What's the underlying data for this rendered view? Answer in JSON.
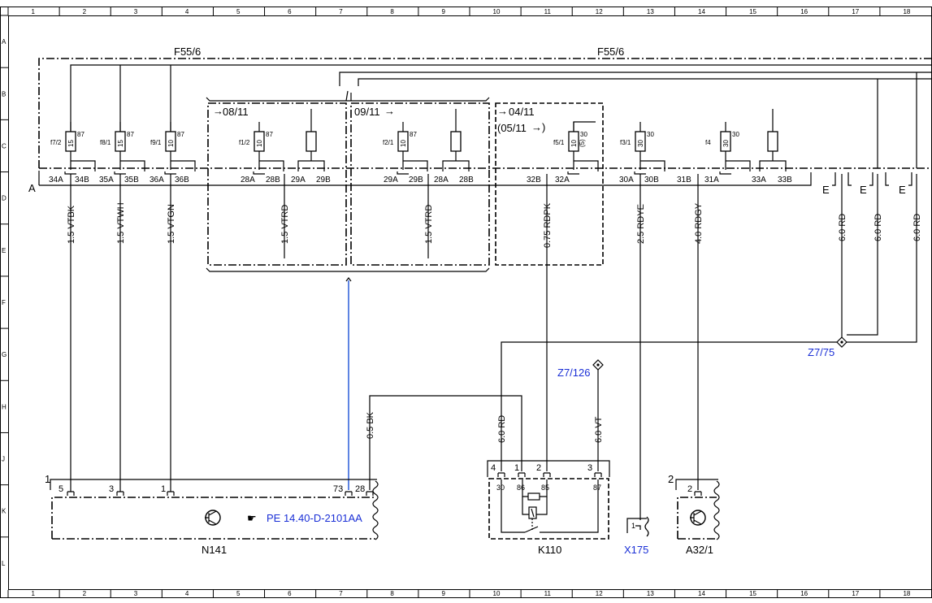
{
  "grid": {
    "columns": [
      "1",
      "2",
      "3",
      "4",
      "5",
      "6",
      "7",
      "8",
      "9",
      "10",
      "11",
      "12",
      "13",
      "14",
      "15",
      "16",
      "17",
      "18"
    ],
    "rows": [
      "A",
      "B",
      "C",
      "D",
      "E",
      "F",
      "G",
      "H",
      "J",
      "K",
      "L"
    ]
  },
  "fuse_box": {
    "label_left": "F55/6",
    "label_right": "F55/6",
    "row_label": "A",
    "fuses": [
      {
        "name": "f7/2",
        "rating": "15",
        "pin": "87"
      },
      {
        "name": "f8/1",
        "rating": "15",
        "pin": "87"
      },
      {
        "name": "f9/1",
        "rating": "10",
        "pin": "87"
      },
      {
        "name": "f1/2",
        "rating": "10",
        "pin": "87"
      },
      {
        "name": "f2/1",
        "rating": "10",
        "pin": "87"
      },
      {
        "name": "f5/1",
        "rating": "10",
        "pin": "30",
        "extra": "(5)"
      },
      {
        "name": "f3/1",
        "rating": "30",
        "pin": "30"
      },
      {
        "name": "f4",
        "rating": "30",
        "pin": "30"
      }
    ],
    "terminals": [
      "34A",
      "34B",
      "35A",
      "35B",
      "36A",
      "36B",
      "28A",
      "28B",
      "29A",
      "29B",
      "29A",
      "29B",
      "28A",
      "28B",
      "32B",
      "32A",
      "30A",
      "30B",
      "31B",
      "31A",
      "33A",
      "33B"
    ],
    "e_labels": [
      "E",
      "E",
      "E"
    ],
    "date_labels": {
      "d1": "08/11",
      "d2": "09/11",
      "d3": "04/11",
      "d4": "(05/11"
    }
  },
  "wires": [
    "1.5 VTBK",
    "1.5 VTWH",
    "1.5 VTGN",
    "1.5 VTRD",
    "1.5 VTRD",
    "0.75 RDPK",
    "2.5 RDYE",
    "4.0 RDGY",
    "6.0 RD",
    "6.0 RD",
    "6.0 RD",
    "0.5 BK",
    "6.0 RD",
    "6.0 VT"
  ],
  "connectors": {
    "z775": "Z7/75",
    "z7126": "Z7/126"
  },
  "components": {
    "n141": {
      "label": "N141",
      "number": "1",
      "pins": [
        "5",
        "3",
        "1",
        "73",
        "28"
      ],
      "ref": "PE 14.40-D-2101AA"
    },
    "k110": {
      "label": "K110",
      "pins_top": [
        "4",
        "1",
        "2",
        "3"
      ],
      "pins_inner": [
        "30",
        "86",
        "85",
        "87"
      ]
    },
    "x175": {
      "label": "X175",
      "pin": "1"
    },
    "a32": {
      "label": "A32/1",
      "number": "2",
      "pin": "2"
    }
  }
}
